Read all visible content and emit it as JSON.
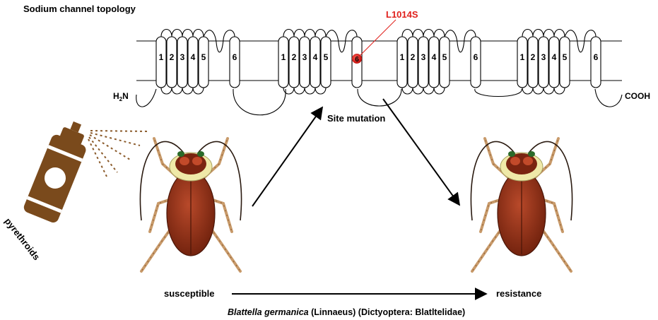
{
  "diagram": {
    "title": "Sodium channel topology",
    "n_terminus": {
      "main": "H",
      "sub": "2",
      "tail": "N"
    },
    "c_terminus": "COOH",
    "mutation_label": "L1014S",
    "mutation_marker": "6",
    "domains": [
      {
        "segments": [
          "1",
          "2",
          "3",
          "4",
          "5",
          "6"
        ]
      },
      {
        "segments": [
          "1",
          "2",
          "3",
          "4",
          "5",
          "6"
        ]
      },
      {
        "segments": [
          "1",
          "2",
          "3",
          "4",
          "5",
          "6"
        ]
      },
      {
        "segments": [
          "1",
          "2",
          "3",
          "4",
          "5",
          "6"
        ]
      }
    ],
    "site_mutation_label": "Site mutation",
    "spray_label": "pyrethroids",
    "susceptible_label": "susceptible",
    "resistance_label": "resistance",
    "species_italic": "Blattella germanica",
    "species_rest": " (Linnaeus) (Dictyoptera: Blatltelidae)",
    "colors": {
      "mutation": "#e0201c",
      "spray_can": "#7a4a1c",
      "body": "#8f2d14",
      "pronotum": "#efe9a8",
      "legs": "#c89a6a"
    }
  }
}
